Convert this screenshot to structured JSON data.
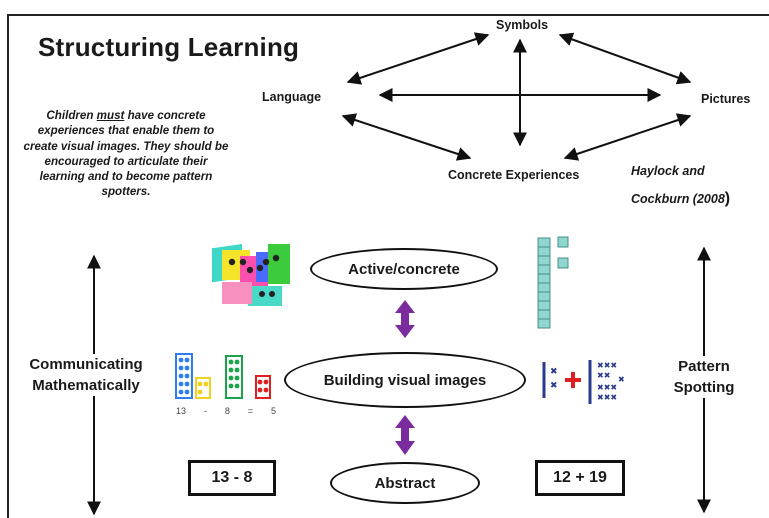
{
  "title": "Structuring Learning",
  "nodes": {
    "symbols": "Symbols",
    "language": "Language",
    "pictures": "Pictures",
    "concrete": "Concrete Experiences"
  },
  "quote": {
    "before": "Children ",
    "emphasis": "must",
    "after": " have concrete experiences that enable them to create visual images. They should be encouraged to articulate their learning and to become pattern spotters."
  },
  "citation": {
    "line1": "Haylock and",
    "line2": "Cockburn (2008",
    "paren": ")"
  },
  "left_side": {
    "line1": "Communicating",
    "line2": "Mathematically"
  },
  "right_side": {
    "line1": "Pattern",
    "line2": "Spotting"
  },
  "stages": {
    "active": "Active/concrete",
    "visual": "Building visual images",
    "abstract": "Abstract"
  },
  "boxes": {
    "left": "13 - 8",
    "right": "12 + 19"
  },
  "number_line": [
    "13",
    "-",
    "8",
    "=",
    "5"
  ],
  "colors": {
    "purple": "#7a2c9e",
    "red": "#e02020",
    "cube": "#8fd6cf"
  }
}
